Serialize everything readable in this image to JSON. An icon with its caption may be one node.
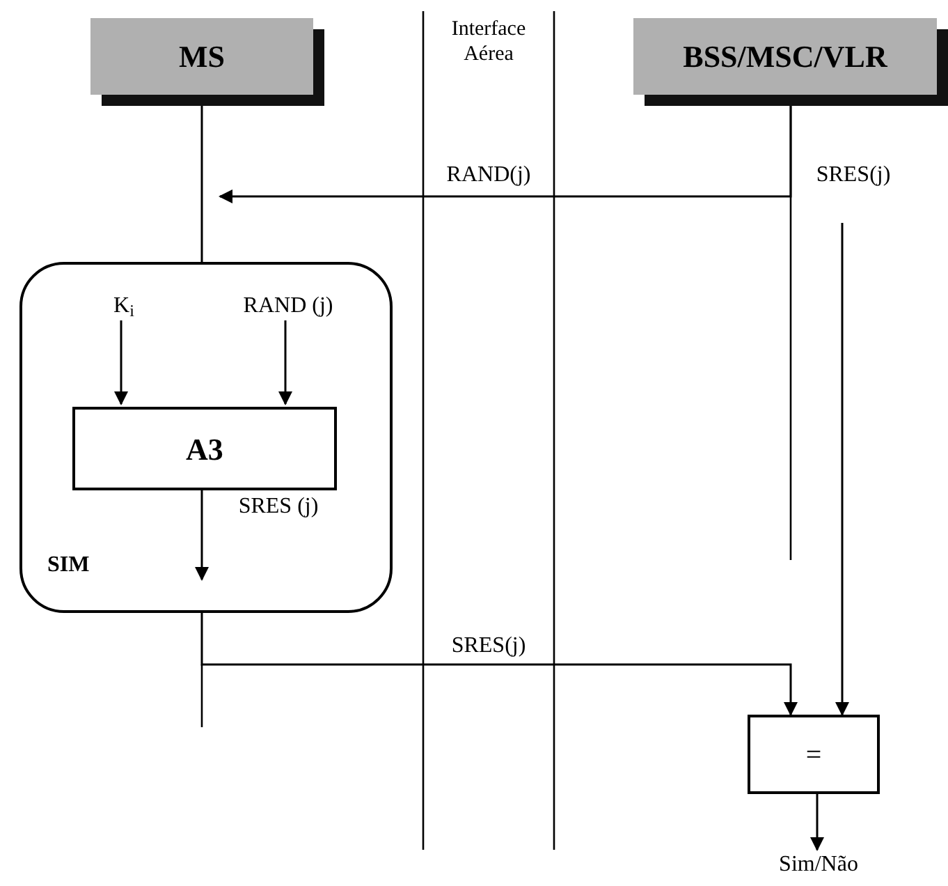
{
  "diagram": {
    "nodes": [
      {
        "text": [
          "MS"
        ]
      },
      {
        "text": [
          "BSS/MSC/VLR"
        ]
      },
      {
        "text": [
          "SIM"
        ]
      },
      {
        "text": [
          "K$_{i}$"
        ],
        "in": 2
      },
      {
        "text": [
          "RAND (j)"
        ],
        "in": 2
      },
      {
        "text": [
          "A3"
        ],
        "in": 2
      },
      {
        "text": [
          "="
        ]
      },
      {
        "text": [
          "Sim/Não"
        ]
      }
    ],
    "edges": [
      {
        "from": 0,
        "to": 2,
        "arrow": "none"
      },
      {
        "from": 1,
        "to": null,
        "arrow": "to",
        "label": "RAND(j)"
      },
      {
        "from": null,
        "to": 6,
        "arrow": "to",
        "label": "SRES(j)"
      },
      {
        "from": 3,
        "to": 5,
        "arrow": "to"
      },
      {
        "from": 4,
        "to": 5,
        "arrow": "to"
      },
      {
        "from": 5,
        "to": null,
        "arrow": "to",
        "label": "SRES (j)"
      },
      {
        "from": 2,
        "to": 6,
        "arrow": "to",
        "label": "SRES(j)"
      },
      {
        "from": 6,
        "to": 7,
        "arrow": "to"
      }
    ],
    "labels": [
      "Interface Aérea"
    ]
  }
}
